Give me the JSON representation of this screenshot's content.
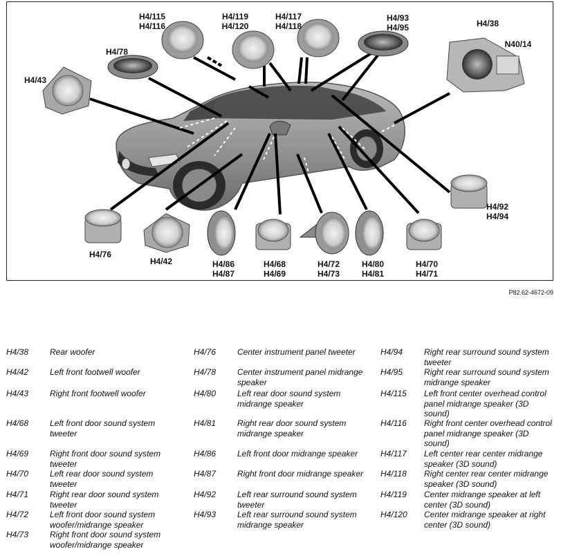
{
  "labels": [
    {
      "id": "h4-115-116",
      "text": "H4/115\nH4/116"
    },
    {
      "id": "h4-119-120",
      "text": "H4/119\nH4/120"
    },
    {
      "id": "h4-117-118",
      "text": "H4/117\nH4/118"
    },
    {
      "id": "h4-93-95",
      "text": "H4/93\nH4/95"
    },
    {
      "id": "h4-38",
      "text": "H4/38"
    },
    {
      "id": "n40-14",
      "text": "N40/14"
    },
    {
      "id": "h4-78",
      "text": "H4/78"
    },
    {
      "id": "h4-43",
      "text": "H4/43"
    },
    {
      "id": "h4-92-94",
      "text": "H4/92\nH4/94"
    },
    {
      "id": "h4-76",
      "text": "H4/76"
    },
    {
      "id": "h4-42",
      "text": "H4/42"
    },
    {
      "id": "h4-86-87",
      "text": "H4/86\nH4/87"
    },
    {
      "id": "h4-68-69",
      "text": "H4/68\nH4/69"
    },
    {
      "id": "h4-72-73",
      "text": "H4/72\nH4/73"
    },
    {
      "id": "h4-80-81",
      "text": "H4/80\nH4/81"
    },
    {
      "id": "h4-70-71",
      "text": "H4/70\nH4/71"
    }
  ],
  "figure_code": "P82.62-4672-09",
  "legend": [
    [
      {
        "code": "H4/38",
        "desc": "Rear woofer"
      },
      {
        "code": "H4/42",
        "desc": "Left front footwell woofer"
      },
      {
        "code": "H4/43",
        "desc": "Right front footwell woofer"
      },
      {
        "code": "H4/68",
        "desc": "Left front door sound system tweeter"
      },
      {
        "code": "H4/69",
        "desc": "Right front door sound system tweeter"
      },
      {
        "code": "H4/70",
        "desc": "Left rear door sound system tweeter"
      },
      {
        "code": "H4/71",
        "desc": "Right rear door sound system tweeter"
      },
      {
        "code": "H4/72",
        "desc": "Left front door sound system woofer/midrange speaker"
      },
      {
        "code": "H4/73",
        "desc": "Right front door sound system woofer/midrange speaker"
      }
    ],
    [
      {
        "code": "H4/76",
        "desc": "Center instrument panel tweeter"
      },
      {
        "code": "H4/78",
        "desc": "Center instrument panel midrange speaker"
      },
      {
        "code": "H4/80",
        "desc": "Left rear door sound system midrange speaker"
      },
      {
        "code": "H4/81",
        "desc": "Right rear door sound system midrange speaker"
      },
      {
        "code": "H4/86",
        "desc": "Left front door midrange speaker"
      },
      {
        "code": "H4/87",
        "desc": "Right front door midrange speaker"
      },
      {
        "code": "H4/92",
        "desc": "Left rear surround sound system tweeter"
      },
      {
        "code": "H4/93",
        "desc": "Left rear surround sound system midrange speaker"
      }
    ],
    [
      {
        "code": "H4/94",
        "desc": "Right rear surround sound system tweeter"
      },
      {
        "code": "H4/95",
        "desc": "Right rear surround sound system midrange speaker"
      },
      {
        "code": "H4/115",
        "desc": "Left front center overhead control panel midrange speaker (3D sound)"
      },
      {
        "code": "H4/116",
        "desc": "Right front center overhead control panel midrange speaker (3D sound)"
      },
      {
        "code": "H4/117",
        "desc": "Left center rear center midrange speaker (3D sound)"
      },
      {
        "code": "H4/118",
        "desc": "Right center rear center midrange speaker (3D sound)"
      },
      {
        "code": "H4/119",
        "desc": "Center midrange speaker at left center (3D sound)"
      },
      {
        "code": "H4/120",
        "desc": "Center midrange speaker at right center (3D sound)"
      }
    ]
  ]
}
